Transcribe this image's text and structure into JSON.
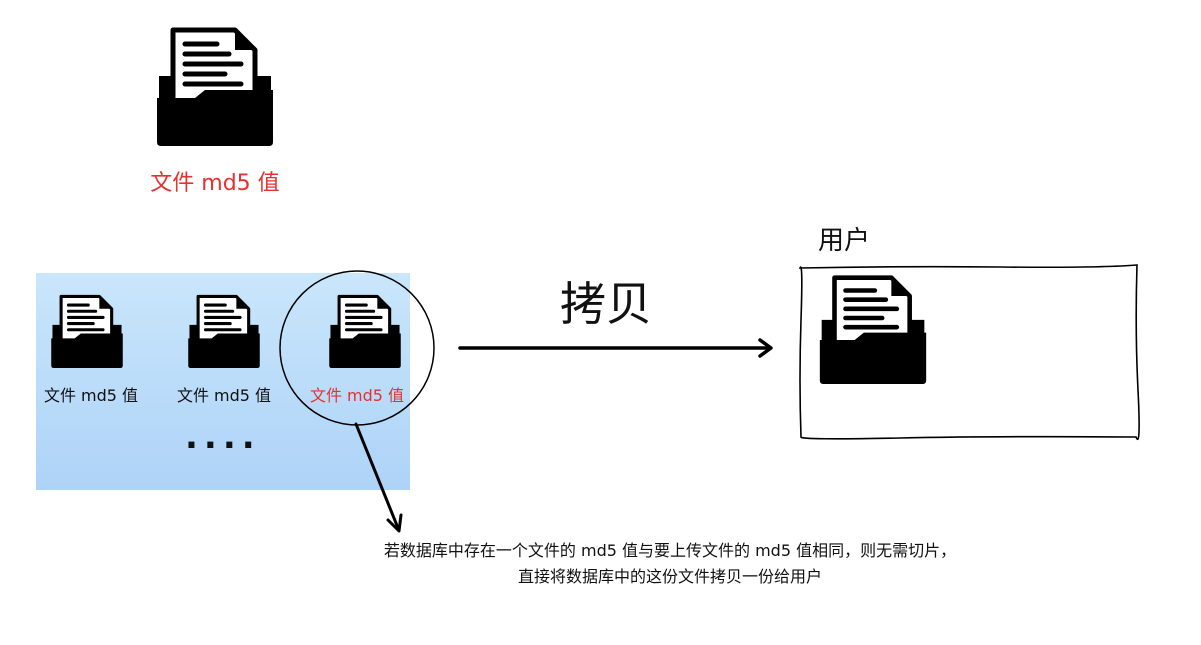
{
  "top": {
    "label": "文件 md5 值"
  },
  "database": {
    "items": [
      {
        "label": "文件 md5 值",
        "highlight": false
      },
      {
        "label": "文件 md5 值",
        "highlight": false
      },
      {
        "label": "文件 md5 值",
        "highlight": true
      }
    ],
    "ellipsis": "....",
    "panel_color": "#b9dcf9"
  },
  "copy": {
    "label": "拷贝"
  },
  "user": {
    "label": "用户"
  },
  "caption": {
    "line1": "若数据库中存在一个文件的 md5 值与要上传文件的 md5 值相同，则无需切片，",
    "line2": "直接将数据库中的这份文件拷贝一份给用户"
  },
  "colors": {
    "highlight": "#e5312f",
    "ink": "#000000"
  },
  "icons": {
    "file": "file-folder-icon"
  }
}
